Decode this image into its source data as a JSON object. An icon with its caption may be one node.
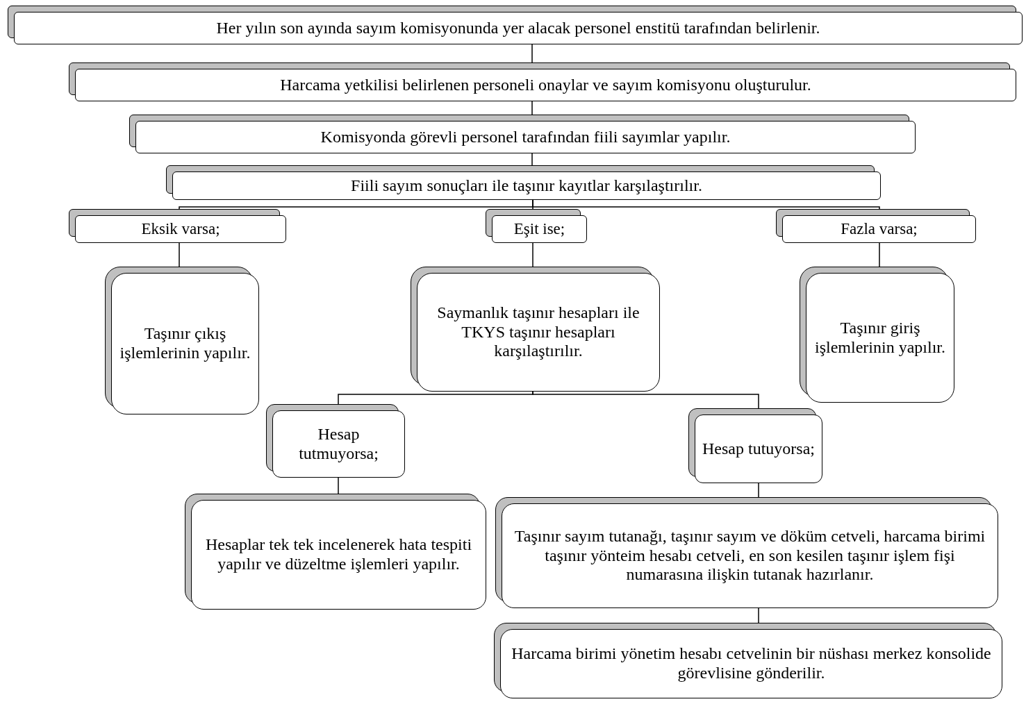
{
  "diagram": {
    "nodes": [
      {
        "text": [
          "Her yılın son ayında sayım komisyonunda yer alacak personel enstitü tarafından belirlenir."
        ]
      },
      {
        "text": [
          "Harcama yetkilisi belirlenen personeli onaylar ve sayım komisyonu oluşturulur."
        ]
      },
      {
        "text": [
          "Komisyonda görevli personel tarafından fiili sayımlar yapılır."
        ]
      },
      {
        "text": [
          "Fiili sayım sonuçları ile taşınır kayıtlar karşılaştırılır."
        ]
      },
      {
        "text": [
          "Eksik varsa;"
        ]
      },
      {
        "text": [
          "Eşit ise;"
        ]
      },
      {
        "text": [
          "Fazla varsa;"
        ]
      },
      {
        "text": [
          "Taşınır çıkış işlemlerinin yapılır."
        ]
      },
      {
        "text": [
          "Saymanlık taşınır hesapları ile TKYS taşınır hesapları karşılaştırılır."
        ]
      },
      {
        "text": [
          "Taşınır giriş işlemlerinin yapılır."
        ]
      },
      {
        "text": [
          "Hesap tutmuyorsa;"
        ]
      },
      {
        "text": [
          "Hesap tutuyorsa;"
        ]
      },
      {
        "text": [
          "Hesaplar tek tek incelenerek hata tespiti yapılır ve düzeltme işlemleri yapılır."
        ]
      },
      {
        "text": [
          "Taşınır sayım tutanağı, taşınır sayım ve döküm cetveli, harcama birimi taşınır yönteim hesabı cetveli, en son kesilen taşınır işlem fişi numarasına ilişkin tutanak hazırlanır."
        ]
      },
      {
        "text": [
          "Harcama birimi yönetim hesabı cetvelinin bir nüshası merkez konsolide görevlisine gönderilir."
        ]
      }
    ],
    "edges": [
      {
        "from": 0,
        "to": 1,
        "arrow": "none"
      },
      {
        "from": 1,
        "to": 2,
        "arrow": "none"
      },
      {
        "from": 2,
        "to": 3,
        "arrow": "none"
      },
      {
        "from": 3,
        "to": 4,
        "arrow": "none"
      },
      {
        "from": 3,
        "to": 5,
        "arrow": "none"
      },
      {
        "from": 3,
        "to": 6,
        "arrow": "none"
      },
      {
        "from": 4,
        "to": 7,
        "arrow": "none"
      },
      {
        "from": 5,
        "to": 8,
        "arrow": "none"
      },
      {
        "from": 6,
        "to": 9,
        "arrow": "none"
      },
      {
        "from": 8,
        "to": 10,
        "arrow": "none"
      },
      {
        "from": 8,
        "to": 11,
        "arrow": "none"
      },
      {
        "from": 10,
        "to": 12,
        "arrow": "none"
      },
      {
        "from": 11,
        "to": 13,
        "arrow": "none"
      },
      {
        "from": 13,
        "to": 14,
        "arrow": "none"
      }
    ]
  }
}
